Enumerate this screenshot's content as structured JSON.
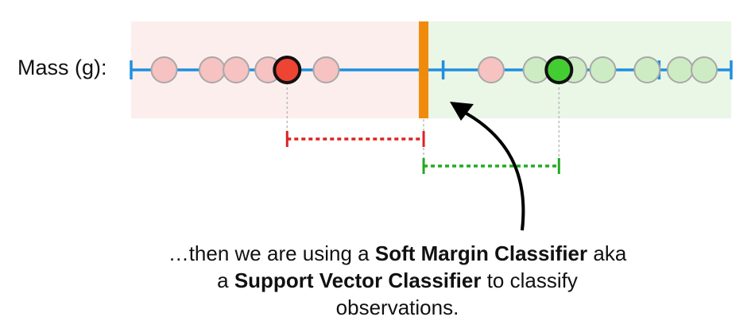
{
  "axis_label": "Mass (g):",
  "caption": {
    "line1_pre": "…then we are using a ",
    "line1_bold": "Soft Margin Classifier",
    "line1_post": " aka",
    "line2_pre": "a ",
    "line2_bold": "Support Vector Classifier",
    "line2_post": " to classify",
    "line3": "observations."
  },
  "colors": {
    "left_region": "#fdeeee",
    "right_region": "#eaf6e6",
    "axis": "#1f8fe0",
    "threshold": "#f08a0a",
    "red_point_fill": "#f6c2c2",
    "green_point_fill": "#cdecc4",
    "point_stroke": "#a8a8a8",
    "red_support": "#ee4433",
    "green_support": "#44cc33",
    "red_margin": "#dd2222",
    "green_margin": "#22aa22",
    "arrow": "#000000"
  },
  "chart_data": {
    "type": "scatter",
    "axis_range": [
      0,
      100
    ],
    "threshold": 48.75,
    "red_points": [
      5.5,
      13.5,
      17.5,
      22.8,
      32.5
    ],
    "green_points": [
      60,
      67.5,
      73.8,
      78.6,
      86,
      91.5,
      95.5
    ],
    "misclassified_red_in_green": [
      60
    ],
    "support_vectors": {
      "red": 26,
      "green": 71.3
    },
    "tick_marks": [
      17,
      32.5,
      48.75,
      52,
      88,
      100
    ]
  }
}
